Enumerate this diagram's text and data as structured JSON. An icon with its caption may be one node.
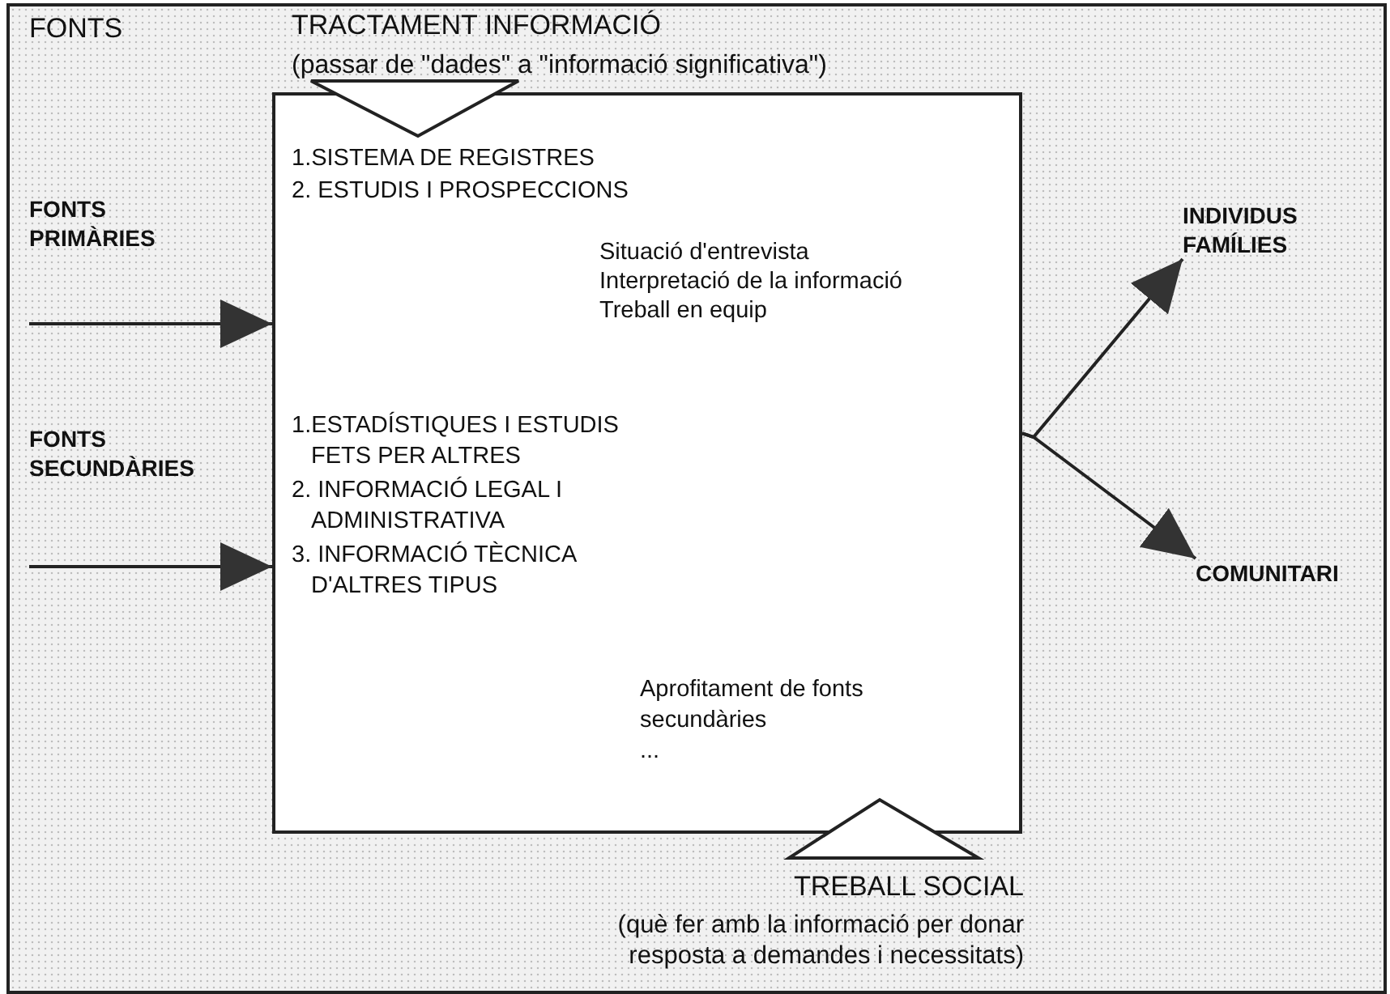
{
  "diagram": {
    "nodes": [
      {
        "text": [
          "1.SISTEMA DE REGISTRES",
          "2. ESTUDIS I PROSPECCIONS",
          "Situació d'entrevista",
          "Interpretació de la informació",
          "Treball en equip",
          "1.ESTADÍSTIQUES I ESTUDIS FETS PER ALTRES",
          "2. INFORMACIÓ LEGAL I ADMINISTRATIVA",
          "3. INFORMACIÓ TÈCNICA D'ALTRES TIPUS",
          "Aprofitament de fonts secundàries",
          "..."
        ]
      },
      {
        "text": [
          "INDIVIDUS FAMÍLIES"
        ]
      },
      {
        "text": [
          "COMUNITARI"
        ]
      }
    ],
    "edges": [
      {
        "from": null,
        "to": 0,
        "arrow": "to"
      },
      {
        "from": null,
        "to": 0,
        "arrow": "to"
      },
      {
        "from": 0,
        "to": 1,
        "arrow": "to"
      },
      {
        "from": 0,
        "to": 2,
        "arrow": "to"
      }
    ],
    "labels": [
      "FONTS",
      "TRACTAMENT INFORMACIÓ",
      "(passar de \"dades\" a \"informació significativa\")",
      "FONTS PRIMÀRIES",
      "FONTS SECUNDÀRIES",
      "TREBALL SOCIAL",
      "(què fer amb la informació per donar resposta a demandes i necessitats)"
    ]
  }
}
